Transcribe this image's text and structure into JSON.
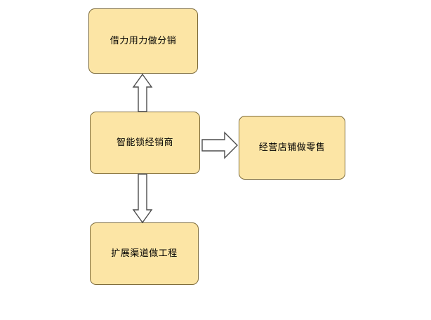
{
  "diagram": {
    "title": "",
    "background_color": "#ffffff",
    "node_fill_color": "#fce5a5",
    "node_border_color": "#7e6c3c",
    "arrow_fill_color": "#ffffff",
    "arrow_stroke_color": "#4d4d4d",
    "text_color": "#000000",
    "nodes": [
      {
        "id": "distribution",
        "label": "借力用力做分销"
      },
      {
        "id": "dealer",
        "label": "智能锁经销商"
      },
      {
        "id": "retail",
        "label": "经营店铺做零售"
      },
      {
        "id": "project",
        "label": "扩展渠道做工程"
      }
    ],
    "connectors": [
      {
        "id": "up-distribution",
        "icon": "arrow-up-icon",
        "from": "dealer",
        "to": "distribution",
        "direction": "up"
      },
      {
        "id": "right-retail",
        "icon": "arrow-right-icon",
        "from": "dealer",
        "to": "retail",
        "direction": "right"
      },
      {
        "id": "down-project",
        "icon": "arrow-down-icon",
        "from": "dealer",
        "to": "project",
        "direction": "down"
      }
    ]
  }
}
